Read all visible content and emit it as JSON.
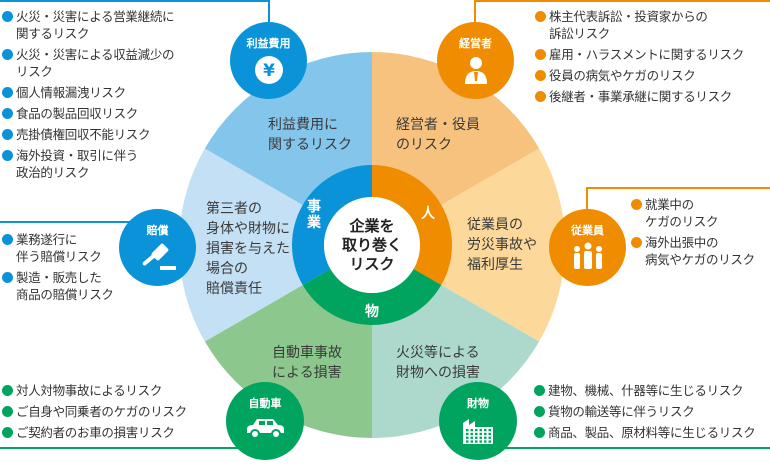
{
  "colors": {
    "blue": "#0a93d8",
    "orange": "#ef8c00",
    "green": "#00a45f",
    "sector_profit": "#84c5ec",
    "sector_exec": "#f6c27e",
    "sector_employee": "#fcd99a",
    "sector_property": "#acd9cc",
    "sector_auto": "#8cc88e",
    "sector_liability": "#c3e0f4"
  },
  "center": {
    "label": "企業を\n取り巻く\nリスク"
  },
  "ring": {
    "business": "事\n業",
    "people": "人",
    "things": "物"
  },
  "sectors": {
    "profit": "利益費用に\n関するリスク",
    "exec": "経営者・役員\nのリスク",
    "employee": "従業員の\n労災事故や\n福利厚生",
    "property": "火災等による\n財物への損害",
    "auto": "自動車事故\nによる損害",
    "liability": "第三者の\n身体や財物に\n損害を与えた\n場合の\n賠償責任"
  },
  "icons": {
    "profit": {
      "label": "利益費用",
      "icon": "yen-icon"
    },
    "exec": {
      "label": "経営者",
      "icon": "executive-icon"
    },
    "employee": {
      "label": "従業員",
      "icon": "people-icon"
    },
    "liability": {
      "label": "賠償",
      "icon": "gavel-icon"
    },
    "auto": {
      "label": "自動車",
      "icon": "car-icon"
    },
    "property": {
      "label": "財物",
      "icon": "building-icon"
    }
  },
  "lists": {
    "profit": [
      "火災・災害による営業継続に\n関するリスク",
      "火災・災害による収益減少の\nリスク",
      "個人情報漏洩リスク",
      "食品の製品回収リスク",
      "売掛債権回収不能リスク",
      "海外投資・取引に伴う\n政治的リスク"
    ],
    "liability": [
      "業務遂行に\n伴う賠償リスク",
      "製造・販売した\n商品の賠償リスク"
    ],
    "exec": [
      "株主代表訴訟・投資家からの\n訴訟リスク",
      "雇用・ハラスメントに関するリスク",
      "役員の病気やケガのリスク",
      "後継者・事業承継に関するリスク"
    ],
    "employee": [
      "就業中の\nケガのリスク",
      "海外出張中の\n病気やケガのリスク"
    ],
    "auto": [
      "対人対物事故によるリスク",
      "ご自身や同乗者のケガのリスク",
      "ご契約者のお車の損害リスク"
    ],
    "property": [
      "建物、機械、什器等に生じるリスク",
      "貨物の輸送等に伴うリスク",
      "商品、製品、原材料等に生じるリスク"
    ]
  }
}
